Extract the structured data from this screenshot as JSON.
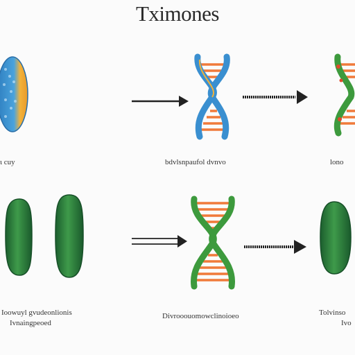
{
  "title": "Tximones",
  "row1": {
    "label_left": "ι cuy",
    "label_middle": "bdvlsnpaufol dvnvo",
    "label_right": "lono"
  },
  "row2": {
    "label_left_line1": "Ioowuyl gvudeonlionis",
    "label_left_line2": "Ivnaingpeoed",
    "label_middle": "Divrooouomowclinoioeo",
    "label_right_line1": "Tolvinso",
    "label_right_line2": "Ivo"
  },
  "colors": {
    "blue": "#3a8fd0",
    "orange": "#f07a3a",
    "green": "#3d9a3d",
    "dark_green": "#1f6b36",
    "yellow": "#f0b43a",
    "arrow": "#222222"
  }
}
